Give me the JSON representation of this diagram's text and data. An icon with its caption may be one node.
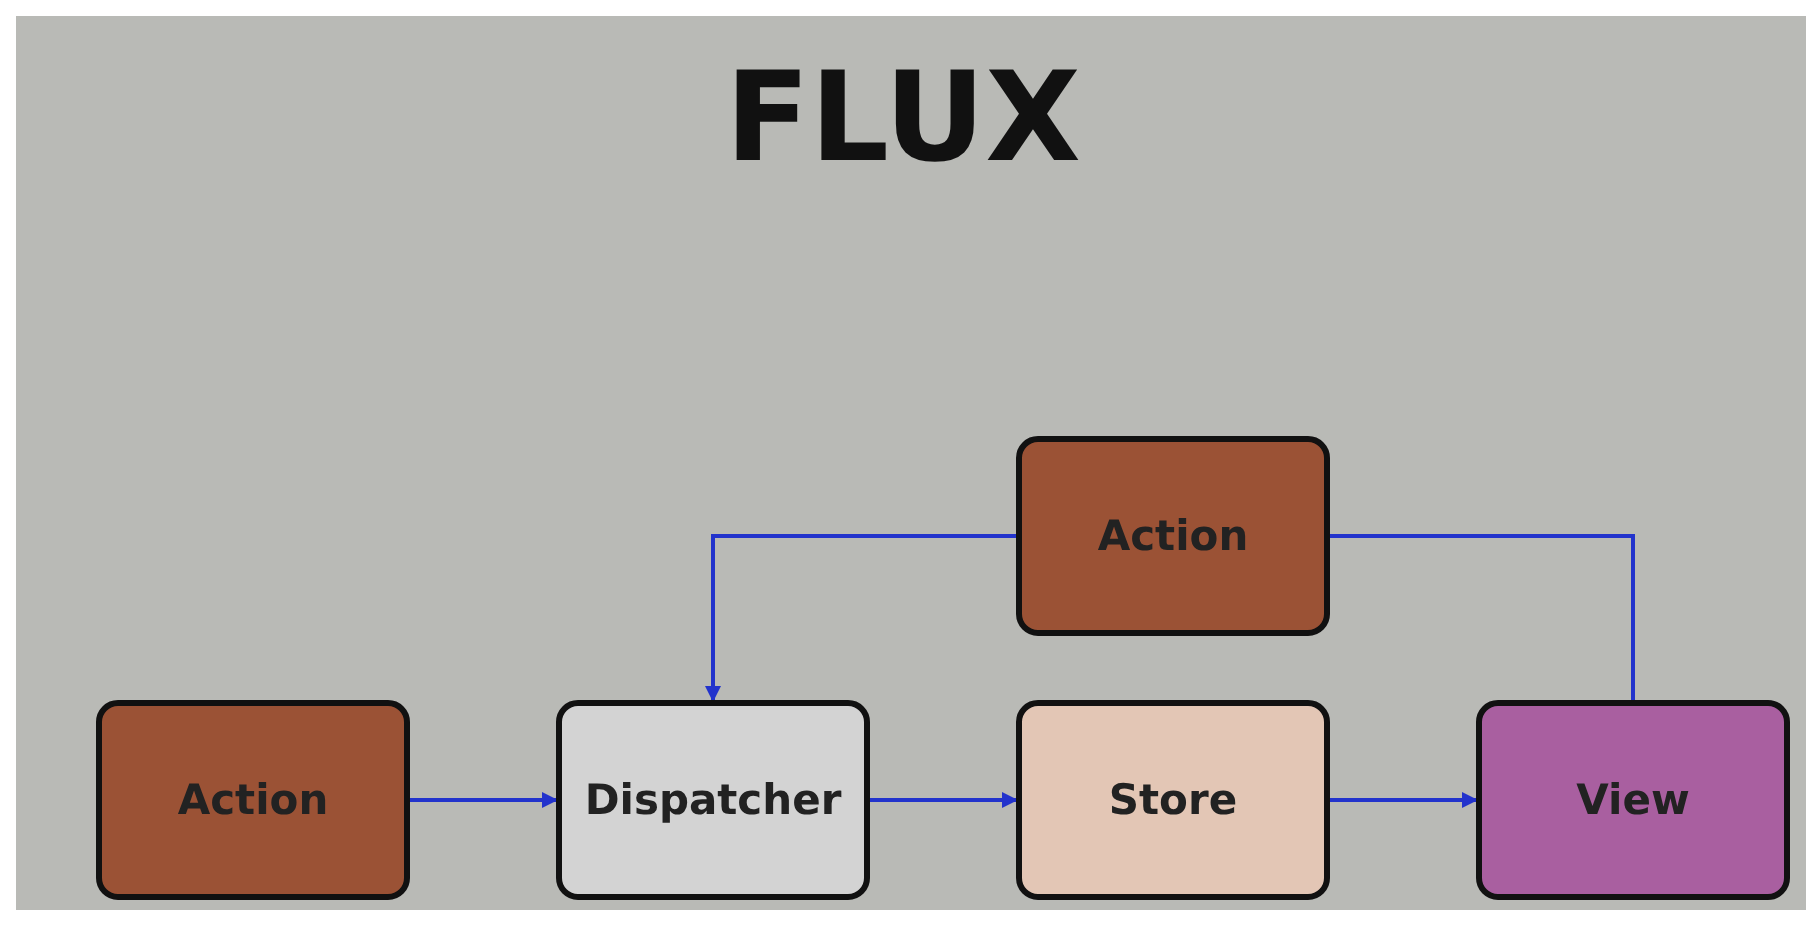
{
  "diagram": {
    "title": "FLUX",
    "nodes": [
      {
        "text": [
          "Action"
        ]
      },
      {
        "text": [
          "Dispatcher"
        ]
      },
      {
        "text": [
          "Store"
        ]
      },
      {
        "text": [
          "View"
        ]
      },
      {
        "text": [
          "Action"
        ]
      }
    ],
    "edges": [
      {
        "from": 0,
        "to": 1,
        "arrow": "to"
      },
      {
        "from": 1,
        "to": 2,
        "arrow": "to"
      },
      {
        "from": 2,
        "to": 3,
        "arrow": "to"
      },
      {
        "from": 4,
        "to": 1,
        "arrow": "to"
      },
      {
        "from": 3,
        "to": 4,
        "arrow": "none"
      }
    ]
  }
}
